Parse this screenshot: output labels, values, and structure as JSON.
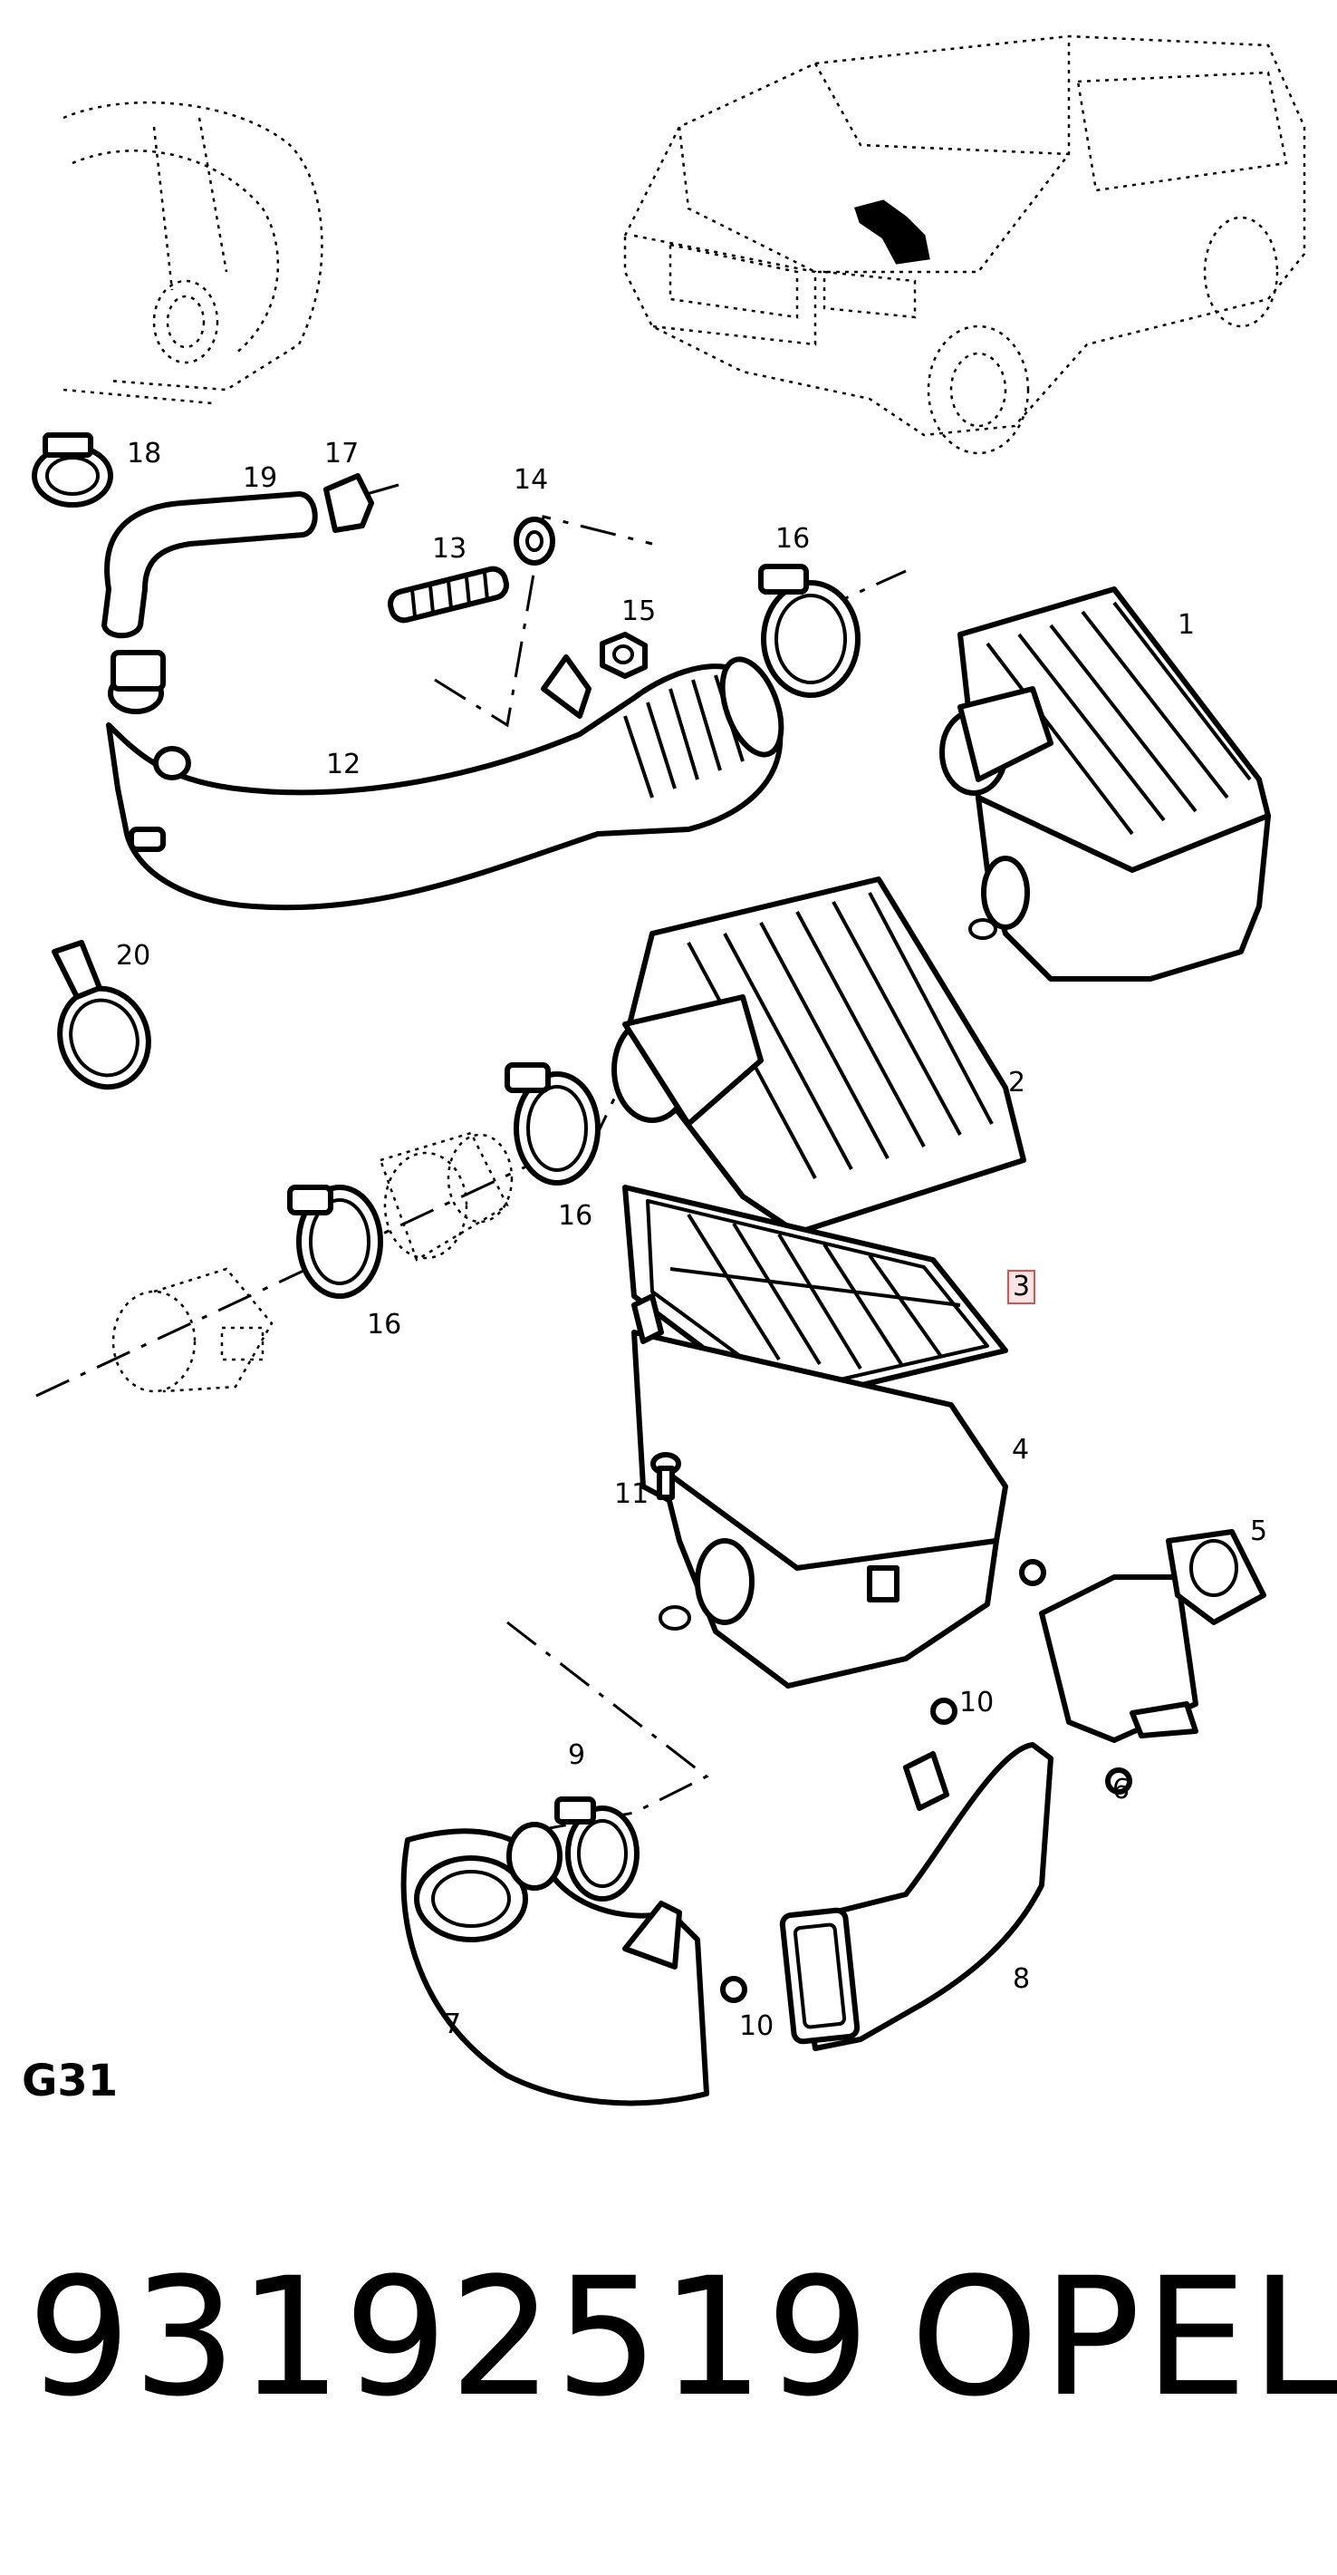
{
  "diagram": {
    "callouts": [
      {
        "id": "c1",
        "text": "1"
      },
      {
        "id": "c2",
        "text": "2"
      },
      {
        "id": "c3",
        "text": "3",
        "highlighted": true
      },
      {
        "id": "c4",
        "text": "4"
      },
      {
        "id": "c5",
        "text": "5"
      },
      {
        "id": "c6",
        "text": "6"
      },
      {
        "id": "c7",
        "text": "7"
      },
      {
        "id": "c8",
        "text": "8"
      },
      {
        "id": "c9",
        "text": "9"
      },
      {
        "id": "c10a",
        "text": "10"
      },
      {
        "id": "c10b",
        "text": "10"
      },
      {
        "id": "c11",
        "text": "11"
      },
      {
        "id": "c12",
        "text": "12"
      },
      {
        "id": "c13",
        "text": "13"
      },
      {
        "id": "c14",
        "text": "14"
      },
      {
        "id": "c15",
        "text": "15"
      },
      {
        "id": "c16a",
        "text": "16"
      },
      {
        "id": "c16b",
        "text": "16"
      },
      {
        "id": "c16c",
        "text": "16"
      },
      {
        "id": "c17",
        "text": "17"
      },
      {
        "id": "c18",
        "text": "18"
      },
      {
        "id": "c19",
        "text": "19"
      },
      {
        "id": "c20",
        "text": "20"
      }
    ],
    "highlight_color": "#d9534f",
    "group_code": "G31"
  },
  "footer": {
    "part_number": "93192519",
    "brand": "OPEL"
  }
}
